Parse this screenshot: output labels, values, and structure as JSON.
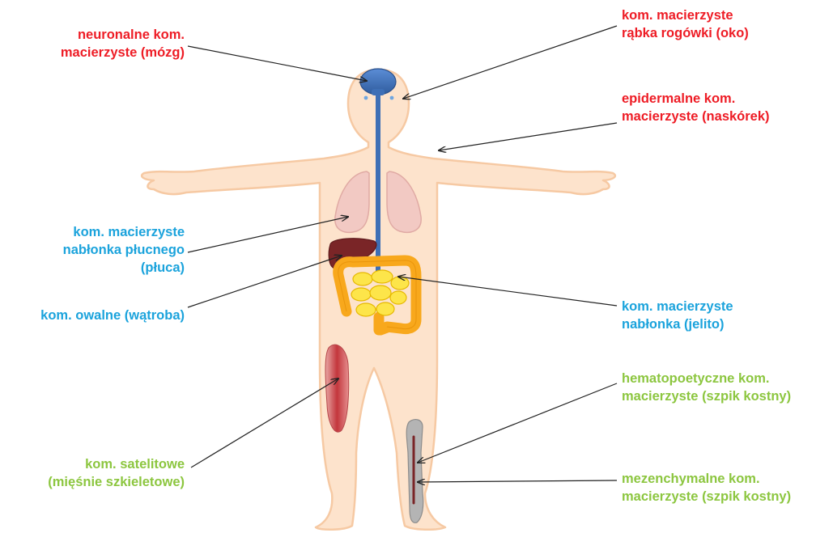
{
  "colors": {
    "red": "#ee1c25",
    "blue": "#1ba3dc",
    "green": "#8cc63f",
    "skin_fill": "#fde3cc",
    "skin_outline": "#f6c9a3",
    "brain": "#3e6fb6",
    "nerve": "#3e6fb6",
    "lung": "#f2c9c3",
    "liver": "#7a2527",
    "intestine_large": "#f8a81c",
    "intestine_small": "#fde54a",
    "muscle": "#c3363c",
    "bone": "#a9a9a9",
    "pointer": "#222222"
  },
  "labels": [
    {
      "id": "neural",
      "color": "red",
      "lines": [
        "neuronalne kom.",
        "macierzyste (mózg)"
      ]
    },
    {
      "id": "limbal",
      "color": "red",
      "lines": [
        "kom. macierzyste",
        "rąbka rogówki (oko)"
      ]
    },
    {
      "id": "epidermal",
      "color": "red",
      "lines": [
        "epidermalne kom.",
        "macierzyste (naskórek)"
      ]
    },
    {
      "id": "lung",
      "color": "blue",
      "lines": [
        "kom. macierzyste",
        "nabłonka płucnego",
        "(płuca)"
      ]
    },
    {
      "id": "liver",
      "color": "blue",
      "lines": [
        "kom. owalne (wątroba)"
      ]
    },
    {
      "id": "intestine",
      "color": "blue",
      "lines": [
        "kom. macierzyste",
        "nabłonka (jelito)"
      ]
    },
    {
      "id": "hematopoietic",
      "color": "green",
      "lines": [
        "hematopoetyczne kom.",
        "macierzyste (szpik kostny)"
      ]
    },
    {
      "id": "satellite",
      "color": "green",
      "lines": [
        "kom. satelitowe",
        "(mięśnie szkieletowe)"
      ]
    },
    {
      "id": "mesenchymal",
      "color": "green",
      "lines": [
        "mezenchymalne kom.",
        "macierzyste (szpik kostny)"
      ]
    }
  ]
}
